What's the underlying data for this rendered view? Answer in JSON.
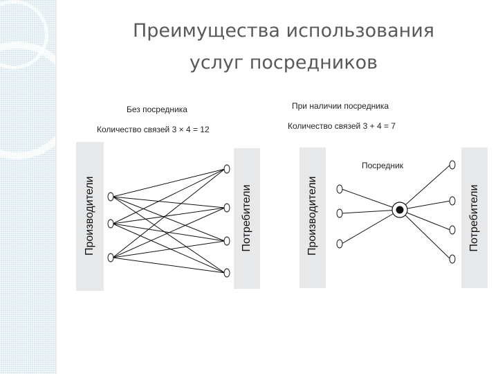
{
  "title": {
    "line1": "Преимущества использования",
    "line2": "услуг посредников"
  },
  "left_panel": {
    "heading": "Без посредника",
    "count_label": "Количество связей 3 × 4 = 12",
    "producers_label": "Производители",
    "consumers_label": "Потребители",
    "producer_nodes": 3,
    "consumer_nodes": 4
  },
  "right_panel": {
    "heading": "При наличии посредника",
    "count_label": "Количество связей 3 + 4 = 7",
    "intermediary_label": "Посредник",
    "producers_label": "Производители",
    "consumers_label": "Потребители",
    "producer_nodes": 3,
    "consumer_nodes": 4
  },
  "colors": {
    "strip": "#dbe9ef",
    "label_box": "#e7e8ea",
    "title_text": "#595959",
    "line": "#111111"
  }
}
